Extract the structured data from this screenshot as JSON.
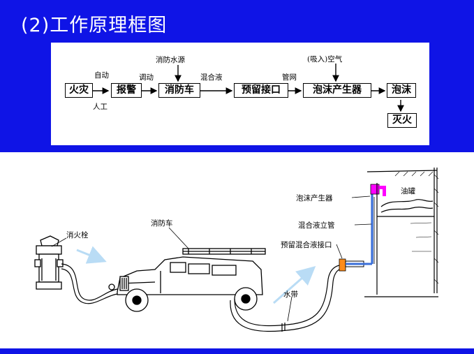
{
  "title": "(2)工作原理框图",
  "flow": {
    "nodes": {
      "fire": "火灾",
      "alarm": "报警",
      "truck": "消防车",
      "inlet": "预留接口",
      "generator": "泡沫产生器",
      "foam": "泡沫",
      "extinguish": "灭火"
    },
    "labels": {
      "auto": "自动",
      "manual": "人工",
      "dispatch": "调动",
      "water_source": "消防水源",
      "mixture": "混合液",
      "pipe_network": "管网",
      "air_intake": "(吸入)空气"
    }
  },
  "scene": {
    "hydrant": "消火栓",
    "fire_truck": "消防车",
    "foam_generator": "泡沫产生器",
    "oil_tank": "油罐",
    "riser": "混合液立管",
    "reserved_inlet": "预留混合液接口",
    "hose": "水带"
  },
  "colors": {
    "band": "#0f14e6",
    "generator": "#ff00ff",
    "inlet": "#ff8c1a",
    "riser": "#3a6fd8",
    "flow_arrow": "#b9dcf5"
  }
}
